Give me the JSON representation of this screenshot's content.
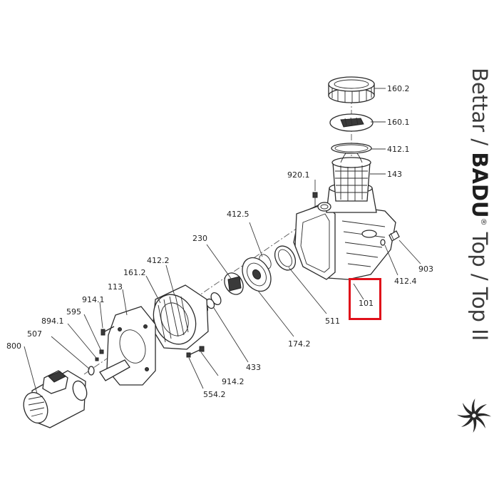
{
  "title": {
    "brand_prefix": "Bettar / ",
    "brand": "BADU",
    "registered": "®",
    "model": " Top / Top II"
  },
  "logo": "speck-swirl-logo",
  "highlight": {
    "part_number": "101",
    "color": "#e0101a"
  },
  "parts": {
    "p1602": "160.2",
    "p1601": "160.1",
    "p4121": "412.1",
    "p143": "143",
    "p9201": "920.1",
    "p4125": "412.5",
    "p230": "230",
    "p4122": "412.2",
    "p1612": "161.2",
    "p113": "113",
    "p9141": "914.1",
    "p595": "595",
    "p8941": "894.1",
    "p507": "507",
    "p800": "800",
    "p903": "903",
    "p4124": "412.4",
    "p101": "101",
    "p511": "511",
    "p1742": "174.2",
    "p433": "433",
    "p9142": "914.2",
    "p5542": "554.2"
  }
}
